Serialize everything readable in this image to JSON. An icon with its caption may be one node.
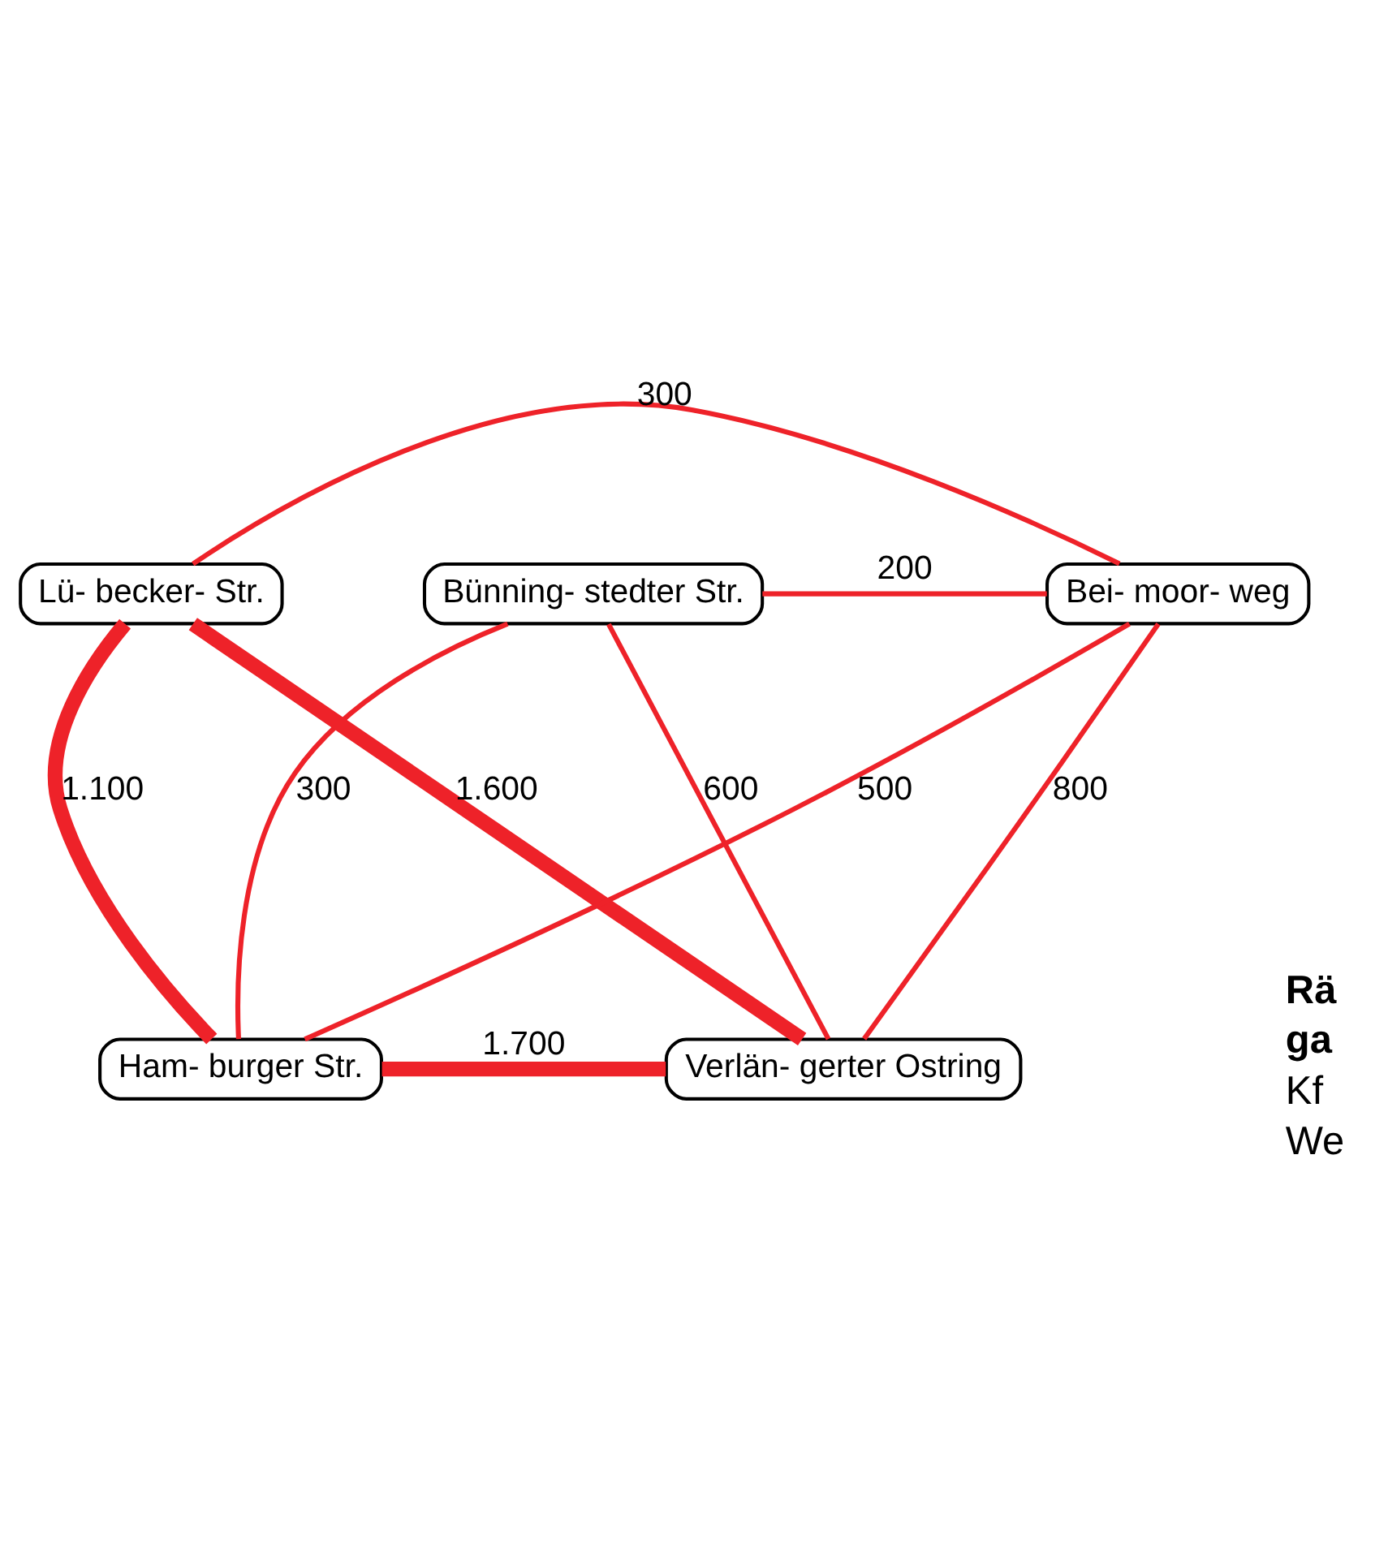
{
  "diagram": {
    "nodes": [
      {
        "text": [
          "Bünning- stedter Str."
        ]
      },
      {
        "text": [
          "Lü- becker- Str."
        ]
      },
      {
        "text": [
          "Bei- moor- weg"
        ]
      },
      {
        "text": [
          "Ham- burger Str."
        ]
      },
      {
        "text": [
          "Verlän- gerter Ostring"
        ]
      }
    ],
    "edges": [
      {
        "from": 0,
        "to": 2,
        "arrow": "none",
        "label": "200"
      },
      {
        "from": 1,
        "to": 2,
        "arrow": "none",
        "label": "300"
      },
      {
        "from": 0,
        "to": 4,
        "arrow": "none",
        "label": "600"
      },
      {
        "from": 0,
        "to": 3,
        "arrow": "none",
        "label": "300"
      },
      {
        "from": 1,
        "to": 3,
        "arrow": "none",
        "label": "1.100",
        "style": "thick"
      },
      {
        "from": 1,
        "to": 4,
        "arrow": "none",
        "label": "1.600",
        "style": "thick"
      },
      {
        "from": 2,
        "to": 3,
        "arrow": "none",
        "label": "500"
      },
      {
        "from": 2,
        "to": 4,
        "arrow": "none",
        "label": "800"
      },
      {
        "from": 3,
        "to": 4,
        "arrow": "none",
        "label": "1.700",
        "style": "thick"
      }
    ],
    "labels": [
      "Rä",
      "ga",
      "Kf",
      "We"
    ]
  }
}
